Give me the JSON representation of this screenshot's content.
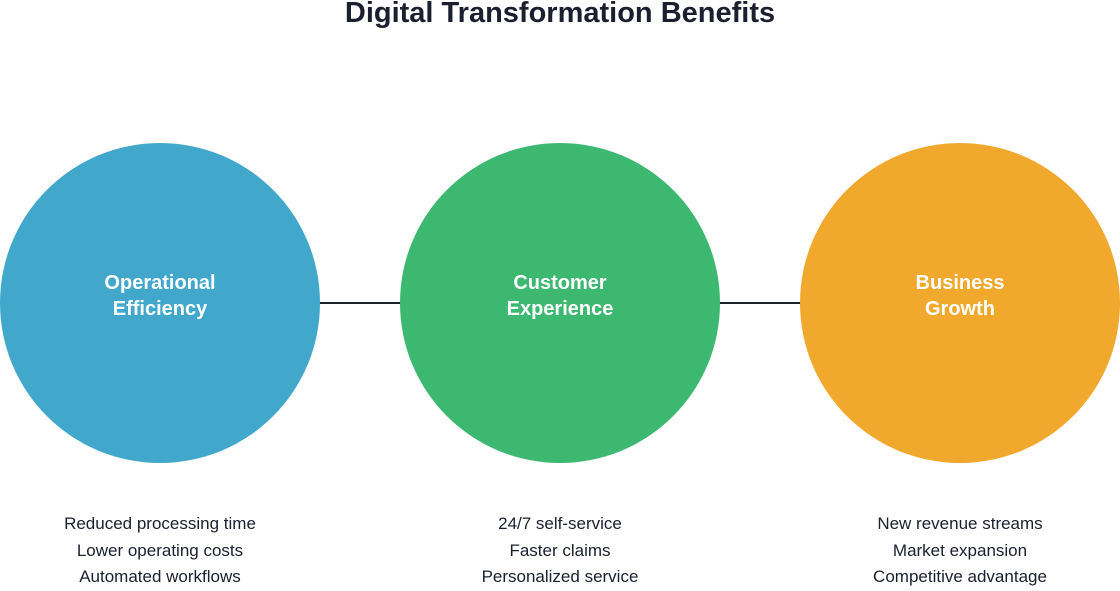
{
  "title": "Digital Transformation Benefits",
  "colors": {
    "operational": "#41a8cb",
    "customer": "#3db871",
    "business": "#f0a82d",
    "connector": "#1b1f2e",
    "text": "#1b1f2e"
  },
  "pillars": [
    {
      "label_line1": "Operational",
      "label_line2": "Efficiency",
      "benefits": [
        "Reduced processing time",
        "Lower operating costs",
        "Automated workflows"
      ]
    },
    {
      "label_line1": "Customer",
      "label_line2": "Experience",
      "benefits": [
        "24/7 self-service",
        "Faster claims",
        "Personalized service"
      ]
    },
    {
      "label_line1": "Business",
      "label_line2": "Growth",
      "benefits": [
        "New revenue streams",
        "Market expansion",
        "Competitive advantage"
      ]
    }
  ]
}
